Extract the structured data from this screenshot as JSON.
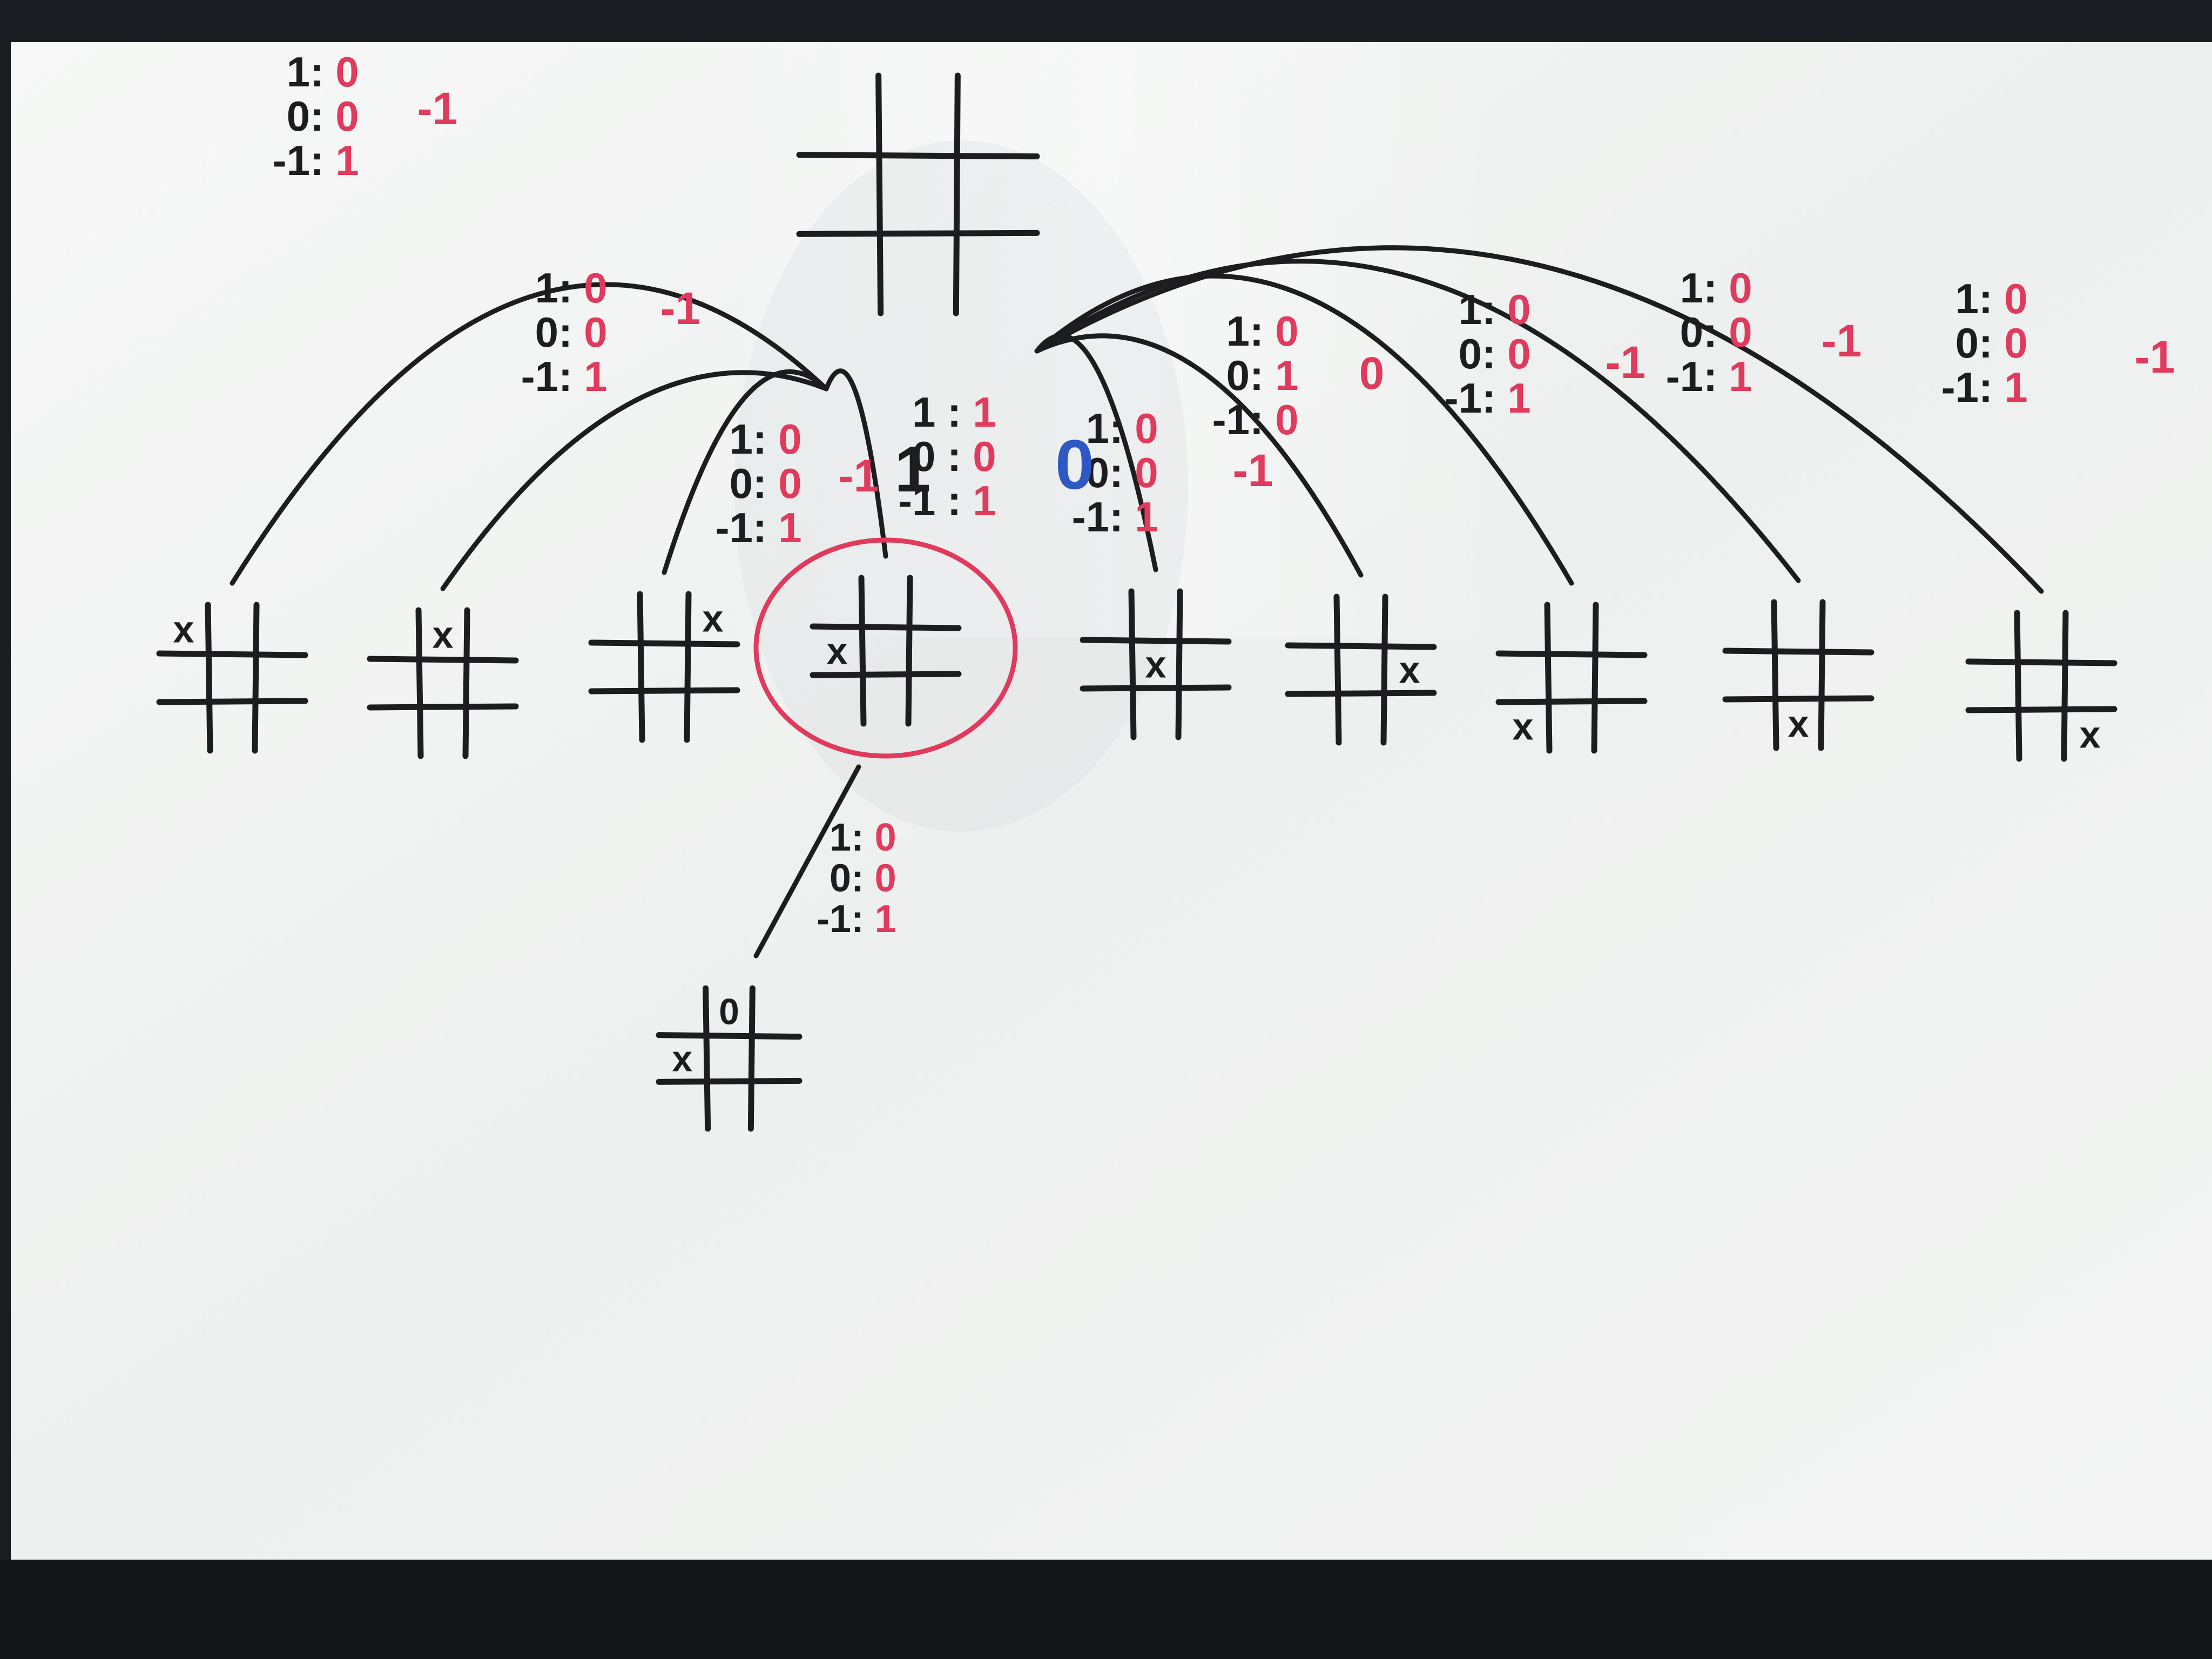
{
  "image": {
    "description_tag": "whiteboard-minimax-tree",
    "colors": {
      "board": "#f3f4f3",
      "frame": "#1a1b20",
      "black_ink": "#1d1d1f",
      "red_ink": "#e03a5c",
      "blue_ink": "#2e58c4"
    }
  },
  "root": {
    "score_black": "1",
    "score_blue": "0",
    "tally": [
      {
        "key": "1 :",
        "val": "1"
      },
      {
        "key": "0 :",
        "val": "0"
      },
      {
        "key": "-1 :",
        "val": "1"
      }
    ]
  },
  "children": [
    {
      "key": "c1",
      "x_cell": "top-left",
      "tally": [
        {
          "key": "1:",
          "val": "0"
        },
        {
          "key": "0:",
          "val": "0"
        },
        {
          "key": "-1:",
          "val": "1"
        }
      ],
      "result": "-1"
    },
    {
      "key": "c2",
      "x_cell": "top-middle",
      "tally": [
        {
          "key": "1:",
          "val": "0"
        },
        {
          "key": "0:",
          "val": "0"
        },
        {
          "key": "-1:",
          "val": "1"
        }
      ],
      "result": "-1"
    },
    {
      "key": "c3",
      "x_cell": "top-right",
      "tally": [
        {
          "key": "1:",
          "val": "0"
        },
        {
          "key": "0:",
          "val": "0"
        },
        {
          "key": "-1:",
          "val": "1"
        }
      ],
      "result": "-1"
    },
    {
      "key": "c4",
      "x_cell": "middle-left",
      "tally": [],
      "result": "-1",
      "circled": true
    },
    {
      "key": "c5",
      "x_cell": "center",
      "tally": [
        {
          "key": "1:",
          "val": "0"
        },
        {
          "key": "0:",
          "val": "0"
        },
        {
          "key": "-1:",
          "val": "1"
        }
      ],
      "result": "-1"
    },
    {
      "key": "c6",
      "x_cell": "middle-right",
      "tally": [
        {
          "key": "1:",
          "val": "0"
        },
        {
          "key": "0:",
          "val": "1"
        },
        {
          "key": "-1:",
          "val": "0"
        }
      ],
      "result": "0"
    },
    {
      "key": "c7",
      "x_cell": "bottom-left",
      "tally": [
        {
          "key": "1:",
          "val": "0"
        },
        {
          "key": "0:",
          "val": "0"
        },
        {
          "key": "-1:",
          "val": "1"
        }
      ],
      "result": "-1"
    },
    {
      "key": "c8",
      "x_cell": "bottom-middle",
      "tally": [
        {
          "key": "1:",
          "val": "0"
        },
        {
          "key": "0:",
          "val": "0"
        },
        {
          "key": "-1:",
          "val": "1"
        }
      ],
      "result": "-1"
    },
    {
      "key": "c9",
      "x_cell": "bottom-right",
      "tally": [
        {
          "key": "1:",
          "val": "0"
        },
        {
          "key": "0:",
          "val": "0"
        },
        {
          "key": "-1:",
          "val": "1"
        }
      ],
      "result": "-1"
    }
  ],
  "grandchild": {
    "tally": [
      {
        "key": "1:",
        "val": "0"
      },
      {
        "key": "0:",
        "val": "0"
      },
      {
        "key": "-1:",
        "val": "1"
      }
    ],
    "marks": {
      "x_cell": "middle-left",
      "o_cell": "top-middle",
      "x_label": "x",
      "o_label": "0"
    }
  },
  "labels": {
    "x_mark": "x"
  }
}
